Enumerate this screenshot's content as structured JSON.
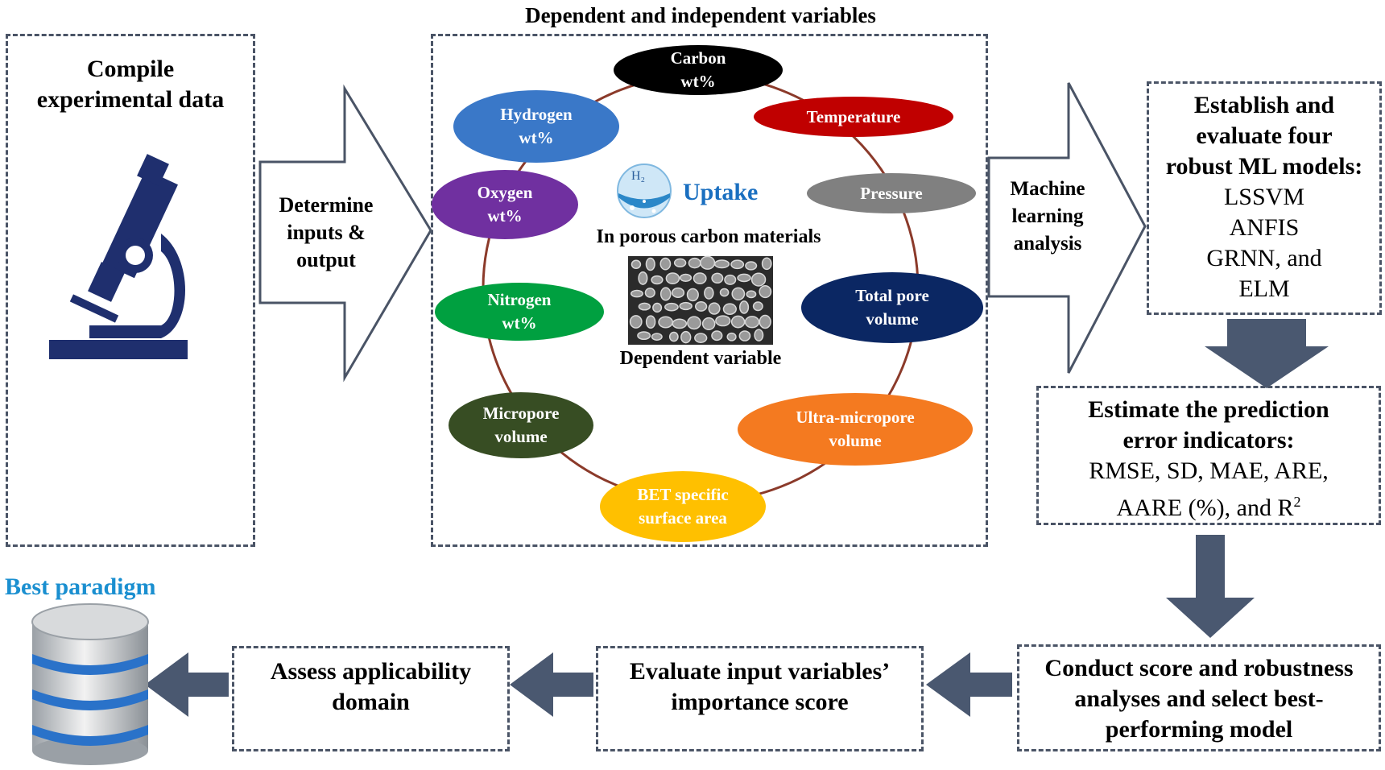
{
  "compile_box": {
    "line1": "Compile",
    "line2": "experimental data",
    "icon": "microscope-icon"
  },
  "determine_arrow": {
    "line1": "Determine",
    "line2": "inputs &",
    "line3": "output"
  },
  "variables": {
    "title": "Dependent and independent variables",
    "center": {
      "h2_symbol": "H₂",
      "uptake": "Uptake",
      "subtitle": "In porous carbon materials",
      "dependent_label": "Dependent variable",
      "image": "porous-carbon-micrograph"
    },
    "ring_color": "#8b3a2a",
    "ovals": [
      {
        "id": "carbon",
        "line1": "Carbon",
        "line2": "wt%",
        "color": "#000000"
      },
      {
        "id": "temperature",
        "line1": "Temperature",
        "line2": "",
        "color": "#c00000"
      },
      {
        "id": "pressure",
        "line1": "Pressure",
        "line2": "",
        "color": "#808080"
      },
      {
        "id": "total-pore",
        "line1": "Total pore",
        "line2": "volume",
        "color": "#0b2763"
      },
      {
        "id": "ultra-micro",
        "line1": "Ultra-micropore",
        "line2": "volume",
        "color": "#f47a20"
      },
      {
        "id": "bet",
        "line1": "BET specific",
        "line2": "surface area",
        "color": "#ffc000"
      },
      {
        "id": "micropore",
        "line1": "Micropore",
        "line2": "volume",
        "color": "#374d23"
      },
      {
        "id": "nitrogen",
        "line1": "Nitrogen",
        "line2": "wt%",
        "color": "#00a040"
      },
      {
        "id": "oxygen",
        "line1": "Oxygen",
        "line2": "wt%",
        "color": "#7030a0"
      },
      {
        "id": "hydrogen",
        "line1": "Hydrogen",
        "line2": "wt%",
        "color": "#3a78c8"
      }
    ]
  },
  "ml_arrow": {
    "line1": "Machine",
    "line2": "learning",
    "line3": "analysis"
  },
  "establish_box": {
    "line1": "Establish and",
    "line2": "evaluate four",
    "line3": "robust ML models:",
    "m1": "LSSVM",
    "m2": "ANFIS",
    "m3": "GRNN, and",
    "m4": "ELM"
  },
  "estimate_box": {
    "line1": "Estimate the prediction",
    "line2": "error  indicators:",
    "line3": "RMSE, SD, MAE, ARE,",
    "line4": "AARE (%), and R",
    "sup": "2"
  },
  "conduct_box": {
    "line1": "Conduct score and robustness",
    "line2": "analyses and select best-",
    "line3": "performing  model"
  },
  "evaluate_box": {
    "line1": "Evaluate input  variables’",
    "line2": "importance score"
  },
  "assess_box": {
    "line1": "Assess applicability",
    "line2": "domain"
  },
  "best_paradigm": {
    "label": "Best paradigm",
    "color": "#1a8fd0",
    "icon": "database-icon"
  },
  "colors": {
    "arrow_fill": "#4a5870",
    "box_border": "#4a5466"
  }
}
